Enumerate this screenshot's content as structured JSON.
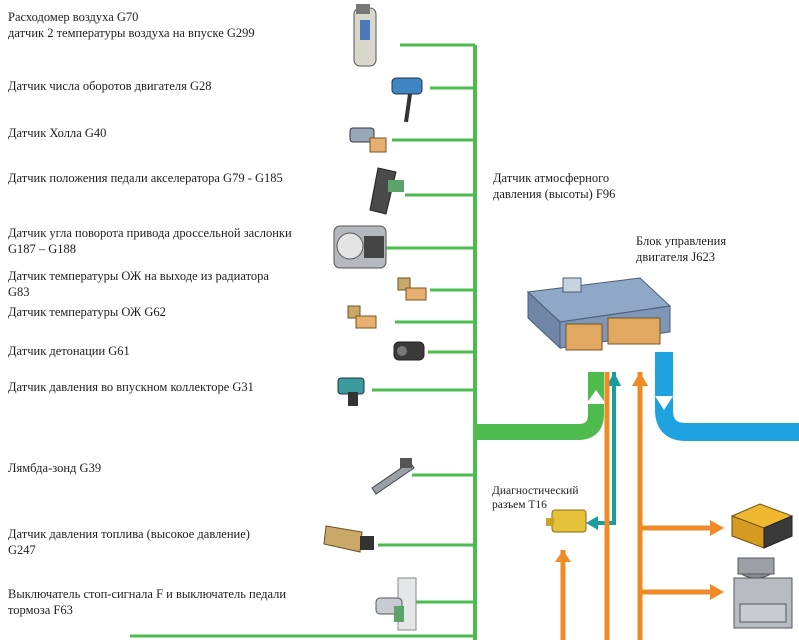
{
  "sensors": [
    {
      "id": "g70",
      "text": "Расходомер воздуха G70\nдатчик 2 температуры воздуха на впуске G299",
      "icon": "air-flow-meter-icon"
    },
    {
      "id": "g28",
      "text": "Датчик числа оборотов двигателя G28",
      "icon": "engine-speed-sensor-icon"
    },
    {
      "id": "g40",
      "text": "Датчик Холла G40",
      "icon": "hall-sensor-icon"
    },
    {
      "id": "g79",
      "text": "Датчик положения педали акселератора G79 - G185",
      "icon": "accelerator-pedal-icon"
    },
    {
      "id": "g187",
      "text": "Датчик угла поворота привода дроссельной заслонки\nG187 – G188",
      "icon": "throttle-body-icon"
    },
    {
      "id": "g83",
      "text": "Датчик температуры ОЖ на выходе из радиатора\nG83",
      "icon": "coolant-temp-sensor-icon"
    },
    {
      "id": "g62",
      "text": "Датчик температуры ОЖ G62",
      "icon": "coolant-temp-sensor-2-icon"
    },
    {
      "id": "g61",
      "text": "Датчик детонации G61",
      "icon": "knock-sensor-icon"
    },
    {
      "id": "g31",
      "text": "Датчик давления во впускном коллекторе G31",
      "icon": "manifold-pressure-sensor-icon"
    },
    {
      "id": "g39",
      "text": "Лямбда-зонд G39",
      "icon": "lambda-probe-icon"
    },
    {
      "id": "g247",
      "text": "Датчик давления топлива (высокое давление)\nG247",
      "icon": "fuel-pressure-sensor-icon"
    },
    {
      "id": "f63",
      "text": "Выключатель стоп-сигнала F и выключатель педали\nтормоза F63",
      "icon": "brake-switch-icon"
    }
  ],
  "ecu": {
    "pressure_sensor_label": "Датчик атмосферного\nдавления (высоты) F96",
    "unit_label": "Блок управления\nдвигателя J623",
    "icon": "engine-control-unit-icon"
  },
  "diagnostic": {
    "label": "Диагностический\nразъем T16",
    "icon": "diagnostic-connector-icon"
  },
  "actuators": [
    {
      "id": "abs-unit",
      "icon": "control-module-icon"
    },
    {
      "id": "pump-unit",
      "icon": "hydraulic-unit-icon"
    }
  ],
  "colors": {
    "input_bus": "#4dbb4d",
    "output_bus": "#f08a24",
    "can_bus": "#1fa3e0",
    "diag_bus": "#1a9c9c"
  }
}
